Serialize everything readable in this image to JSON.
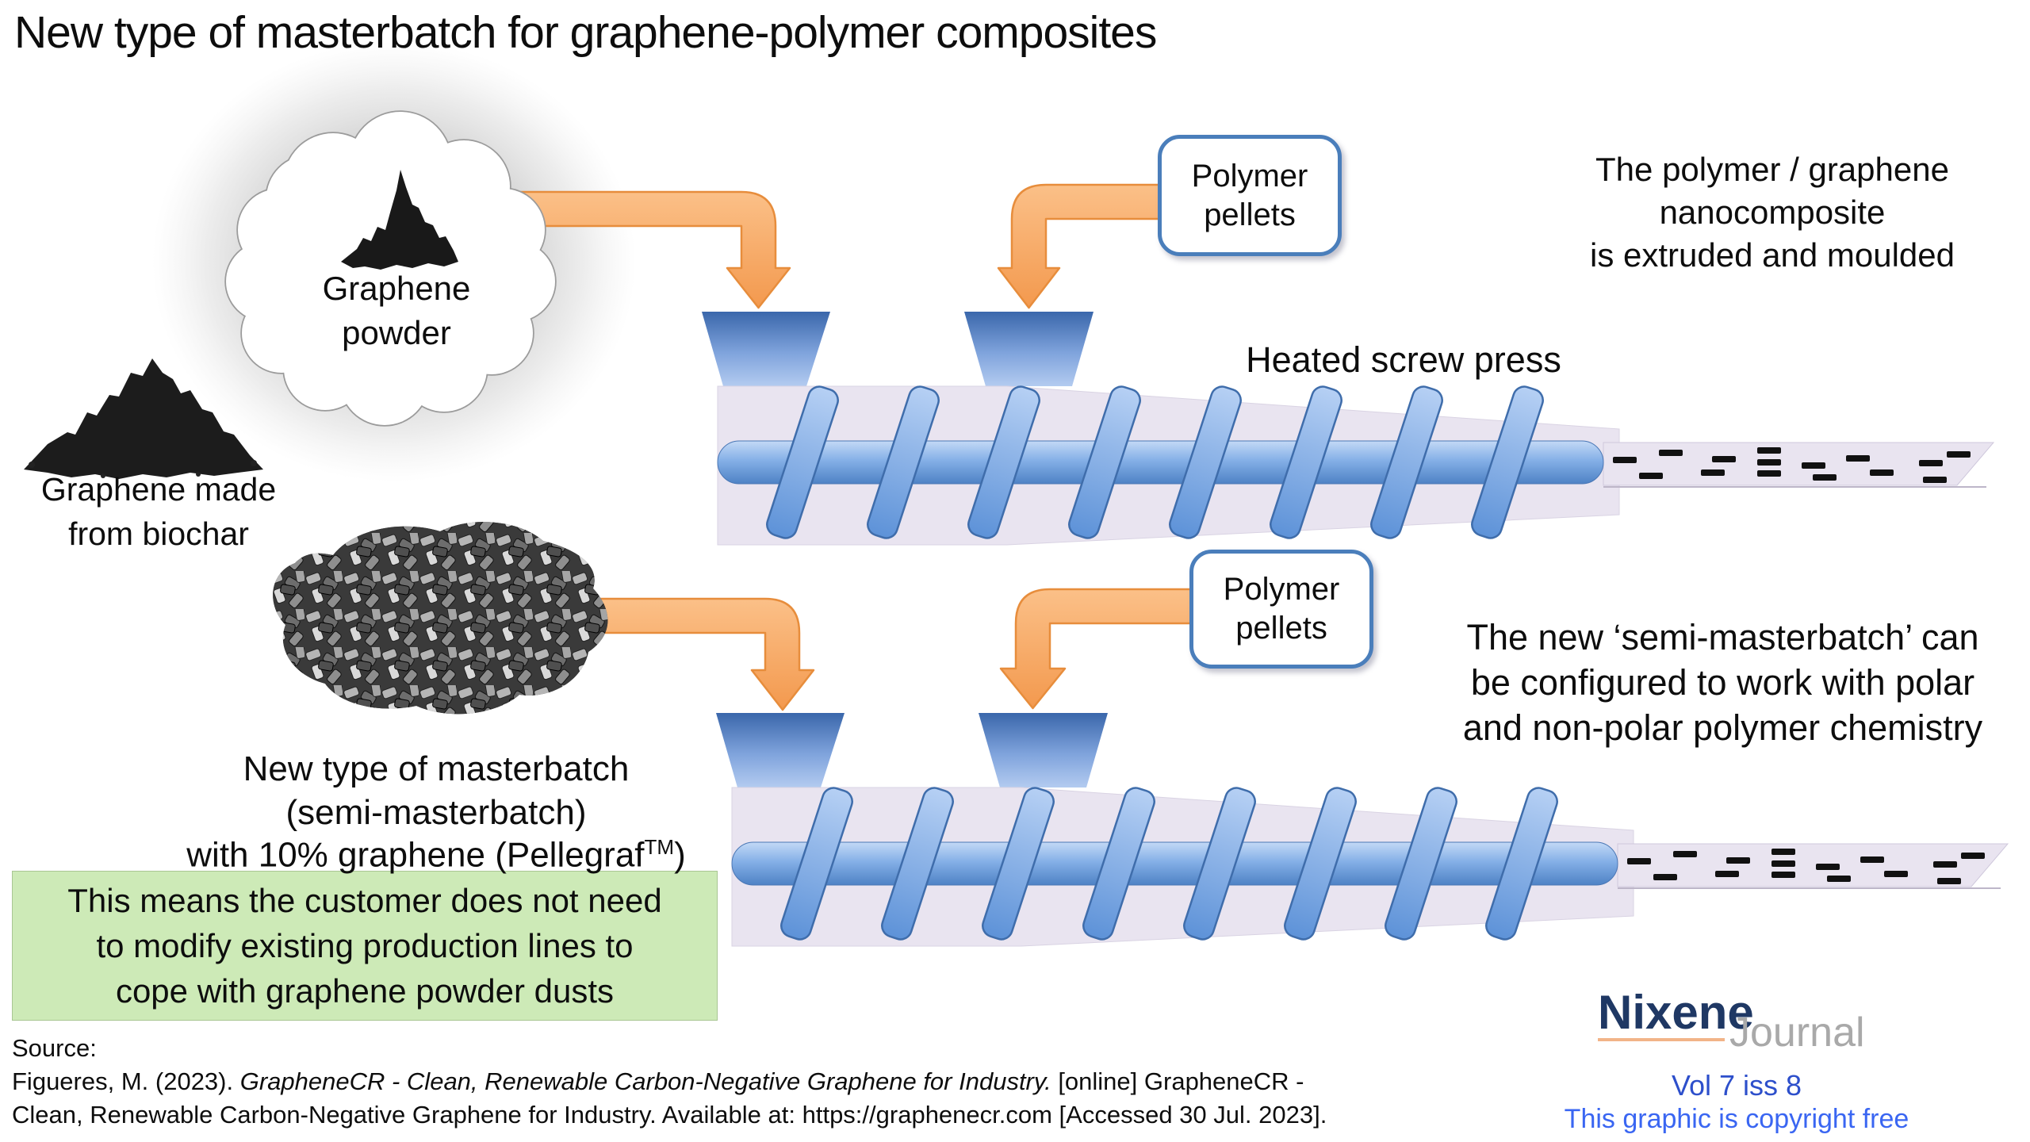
{
  "title": "New type of masterbatch for graphene-polymer composites",
  "cloud": {
    "line1": "Graphene",
    "line2": "powder"
  },
  "biochar": {
    "line1": "Graphene made",
    "line2": "from biochar"
  },
  "masterbatch": {
    "line1": "New type of masterbatch",
    "line2": "(semi-masterbatch)",
    "line3_pre": "with 10% graphene (Pellegraf",
    "line3_sup": "TM",
    "line3_post": ")"
  },
  "green_box": {
    "line1": "This means the customer does not need",
    "line2": "to modify existing production lines to",
    "line3": "cope with graphene powder dusts"
  },
  "polymer_box": {
    "line1": "Polymer",
    "line2": "pellets"
  },
  "heated_label": "Heated screw press",
  "extruded_note": {
    "line1": "The polymer / graphene",
    "line2": "nanocomposite",
    "line3": "is extruded and moulded"
  },
  "semi_note": {
    "line1": "The new ‘semi-masterbatch’ can",
    "line2": "be configured to work with polar",
    "line3": "and non-polar polymer chemistry"
  },
  "source": {
    "label": "Source:",
    "l2_normal1": "Figueres, M. (2023). ",
    "l2_italic": "GrapheneCR - Clean, Renewable Carbon-Negative Graphene for Industry.",
    "l2_normal2": " [online] GrapheneCR -",
    "l3": "Clean, Renewable Carbon-Negative Graphene for Industry. Available at: https://graphenecr.com [Accessed 30 Jul. 2023]."
  },
  "logo": {
    "brand": "Nixene",
    "journal": "Journal",
    "volume": "Vol 7 iss 8",
    "copyright": "This graphic is copyright free"
  },
  "colors": {
    "box_border_blue": "#4a7ebb",
    "arrow_orange": "#f6a158",
    "barrel_lavender": "#e9e4f0",
    "hopper_blue_dark": "#3a67ab",
    "hopper_blue_light": "#b3cbf0",
    "green_box_bg": "#cdeab7",
    "nixene_navy": "#1f3864",
    "journal_gray": "#a9a9a9",
    "volume_blue": "#2d4fcb",
    "copyright_blue": "#3a66f2"
  }
}
